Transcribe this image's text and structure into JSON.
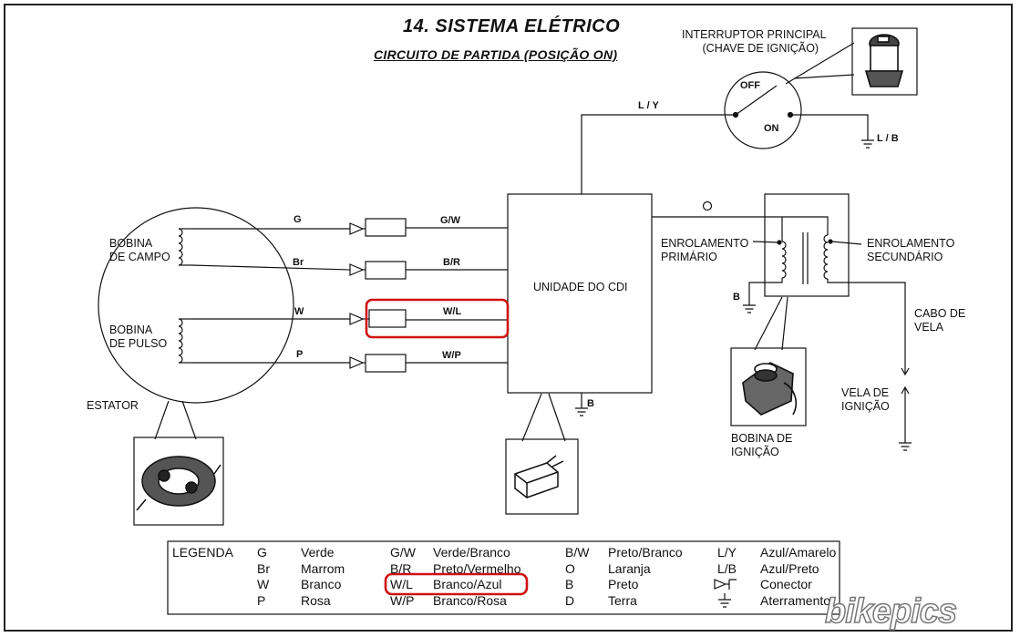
{
  "title": "14. SISTEMA ELÉTRICO",
  "subtitle": "CIRCUITO DE PARTIDA (POSIÇÃO ON)",
  "labels": {
    "main_switch": [
      "INTERRUPTOR PRINCIPAL",
      "(CHAVE DE IGNIÇÃO)"
    ],
    "off": "OFF",
    "on": "ON",
    "bobina_campo": [
      "BOBINA",
      "DE CAMPO"
    ],
    "bobina_pulso": [
      "BOBINA",
      "DE PULSO"
    ],
    "estator": "ESTATOR",
    "cdi": "UNIDADE DO CDI",
    "enrol_primario": [
      "ENROLAMENTO",
      "PRIMÁRIO"
    ],
    "enrol_secundario": [
      "ENROLAMENTO",
      "SECUNDÁRIO"
    ],
    "cabo_vela": [
      "CABO DE",
      "VELA"
    ],
    "vela_ignicao": [
      "VELA DE",
      "IGNIÇÃO"
    ],
    "bobina_ignicao": [
      "BOBINA DE",
      "IGNIÇÃO"
    ]
  },
  "wires": {
    "g": "G",
    "br": "Br",
    "w": "W",
    "p": "P",
    "gw": "G/W",
    "br2": "B/R",
    "wl": "W/L",
    "wp": "W/P",
    "ly": "L / Y",
    "lb": "L / B",
    "b_cdi": "B",
    "b_coil": "B",
    "o": "O"
  },
  "legend": {
    "title": "LEGENDA",
    "col1": [
      [
        "G",
        "Verde"
      ],
      [
        "Br",
        "Marrom"
      ],
      [
        "W",
        "Branco"
      ],
      [
        "P",
        "Rosa"
      ]
    ],
    "col2": [
      [
        "G/W",
        "Verde/Branco"
      ],
      [
        "B/R",
        "Preto/Vermelho"
      ],
      [
        "W/L",
        "Branco/Azul"
      ],
      [
        "W/P",
        "Branco/Rosa"
      ]
    ],
    "col3": [
      [
        "B/W",
        "Preto/Branco"
      ],
      [
        "O",
        "Laranja"
      ],
      [
        "B",
        "Preto"
      ],
      [
        "D",
        "Terra"
      ]
    ],
    "col4": [
      [
        "L/Y",
        "Azul/Amarelo"
      ],
      [
        "L/B",
        "Azul/Preto"
      ],
      [
        "",
        "Conector"
      ],
      [
        "",
        "Aterramento"
      ]
    ]
  },
  "watermark": "bikepics",
  "colors": {
    "highlight": "#d01010",
    "line": "#111111"
  }
}
